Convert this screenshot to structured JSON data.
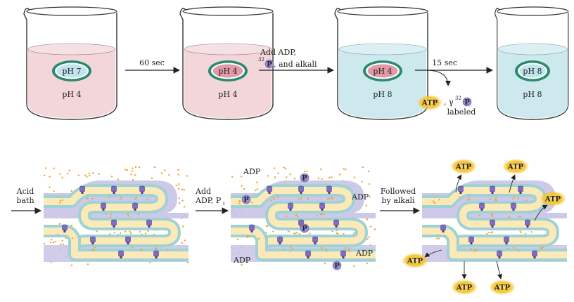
{
  "top_row": {
    "beakers": [
      {
        "inner": "pH 7",
        "outer": "pH 4"
      },
      {
        "inner": "pH 4",
        "outer": "pH 4"
      },
      {
        "inner": "pH 4",
        "outer": "pH 8"
      },
      {
        "inner": "pH 8",
        "outer": "pH 8"
      }
    ],
    "arrows": {
      "a1": "60 sec",
      "a2_line1": "Add ADP,",
      "a2_sup": "32",
      "a2_p": "P",
      "a2_rest": ", and alkali",
      "a3": "15 sec"
    },
    "product": {
      "atp": "ATP",
      "comma_gamma": ", γ",
      "sup": "32",
      "p": "P",
      "labeled": "labeled"
    }
  },
  "bottom_row": {
    "arrow1": [
      "Acid",
      "bath"
    ],
    "arrow2_line1": "Add",
    "arrow2_line2_main": "ADP, P",
    "arrow2_line2_sub": "i",
    "arrow3": [
      "Followed",
      "by alkali"
    ],
    "adp": "ADP",
    "p": "P",
    "atp": "ATP"
  },
  "colors": {
    "acid_fill": "#f3d6da",
    "alkali_fill": "#cde9ee",
    "vesicle_ring": "#2a8a6e",
    "vesicle_pink": "#e39aa7",
    "vesicle_cyan": "#bfe4ec",
    "membrane_teal": "#9fd2d4",
    "membrane_violet": "#c8c3e6",
    "interior_yellow": "#fbe9b7",
    "dot_orange": "#f0a030",
    "atp_yellow": "#f5c330",
    "p_violet": "#9a8fd6",
    "protein_violet": "#7d6cc2"
  }
}
